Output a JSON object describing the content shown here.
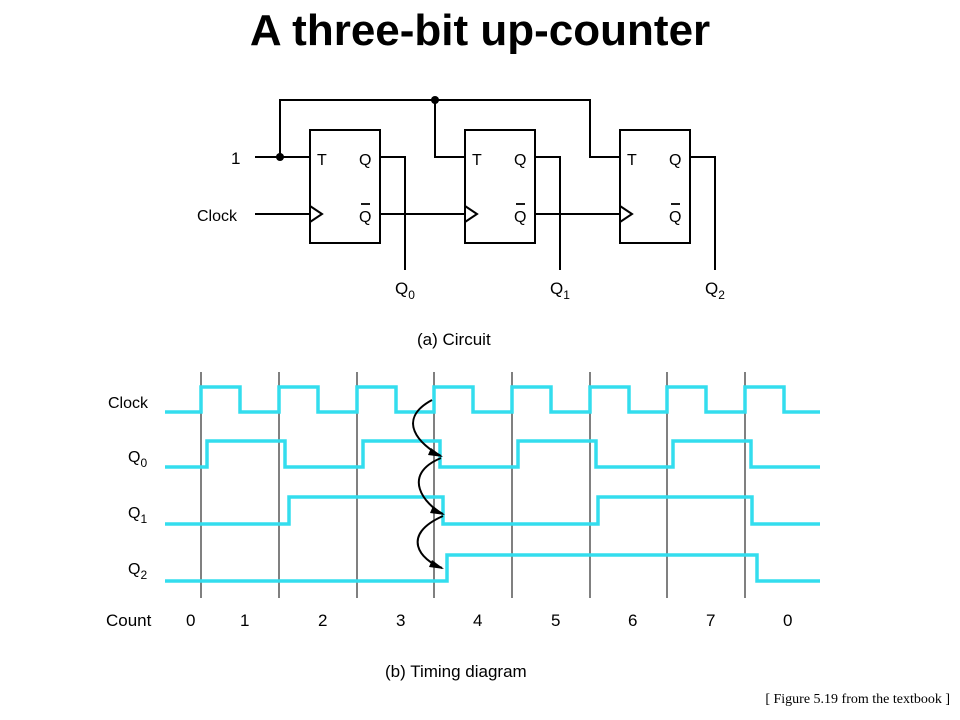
{
  "title": "A three-bit up-counter",
  "circuit": {
    "caption": "(a) Circuit",
    "input_one": "1",
    "clock_label": "Clock",
    "flipflops": [
      {
        "t": "T",
        "q": "Q",
        "qbar": "Q"
      },
      {
        "t": "T",
        "q": "Q",
        "qbar": "Q"
      },
      {
        "t": "T",
        "q": "Q",
        "qbar": "Q"
      }
    ],
    "outputs": [
      {
        "base": "Q",
        "sub": "0"
      },
      {
        "base": "Q",
        "sub": "1"
      },
      {
        "base": "Q",
        "sub": "2"
      }
    ]
  },
  "timing": {
    "caption": "(b) Timing diagram",
    "signals": [
      {
        "base": "Clock",
        "sub": ""
      },
      {
        "base": "Q",
        "sub": "0"
      },
      {
        "base": "Q",
        "sub": "1"
      },
      {
        "base": "Q",
        "sub": "2"
      }
    ],
    "count_label": "Count",
    "counts": [
      "0",
      "1",
      "2",
      "3",
      "4",
      "5",
      "6",
      "7",
      "0"
    ],
    "wave_color": "#33ddee"
  },
  "note": "[ Figure 5.19 from the textbook ]"
}
